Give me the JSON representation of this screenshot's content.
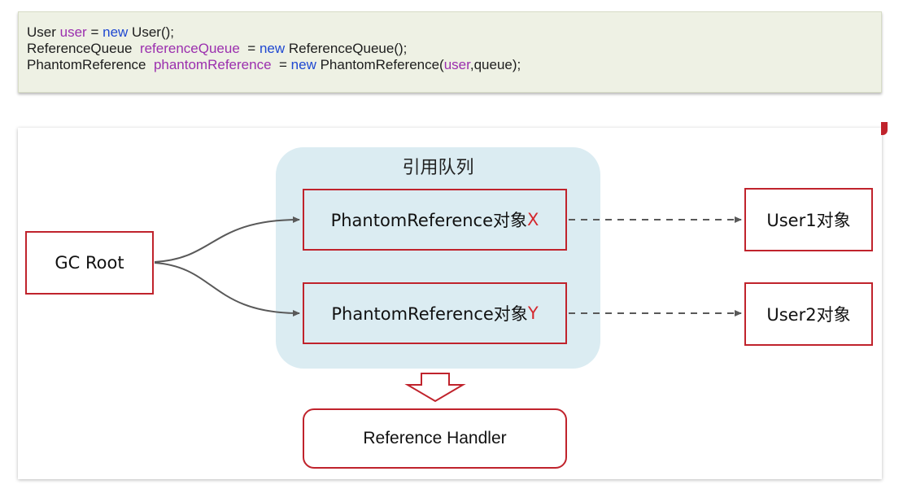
{
  "code": {
    "line1": {
      "type": "User",
      "var": "user",
      "eq": "=",
      "kw": "new",
      "rest": "User();"
    },
    "line2": {
      "type": "ReferenceQueue",
      "var": "referenceQueue",
      "eq": "=",
      "kw": "new",
      "rest": "ReferenceQueue();"
    },
    "line3": {
      "type": "PhantomReference",
      "var": "phantomReference",
      "eq": "=",
      "kw": "new",
      "rest_before": "PhantomReference(",
      "arg_var": "user",
      "rest_after": ",queue);"
    }
  },
  "diagram": {
    "gc_root": "GC Root",
    "queue_label": "引用队列",
    "ref_x": {
      "prefix": "PhantomReference对象",
      "letter": "X"
    },
    "ref_y": {
      "prefix": "PhantomReference对象",
      "letter": "Y"
    },
    "user1": "User1对象",
    "user2": "User2对象",
    "handler": "Reference Handler"
  },
  "colors": {
    "accent_red": "#c0232c",
    "letter_red": "#d4282e",
    "queue_bg": "#dbecf2",
    "code_bg": "#eef1e4",
    "keyword_blue": "#1f48d1",
    "variable_purple": "#9b2fae",
    "connector_gray": "#595959"
  }
}
